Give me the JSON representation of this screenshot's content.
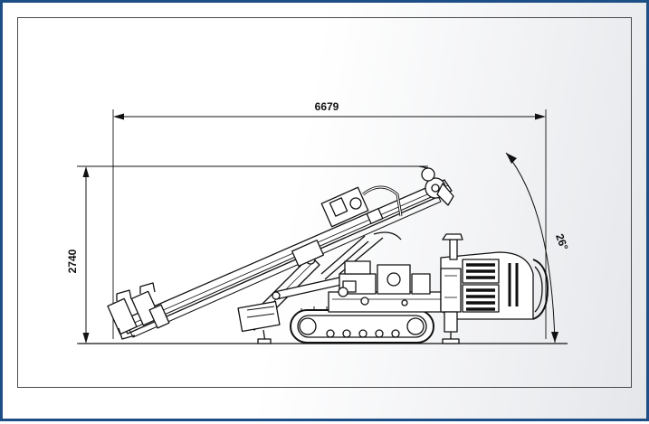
{
  "dimensions": {
    "overall_length": "6679",
    "overall_height": "2740",
    "mast_angle": "26°"
  }
}
